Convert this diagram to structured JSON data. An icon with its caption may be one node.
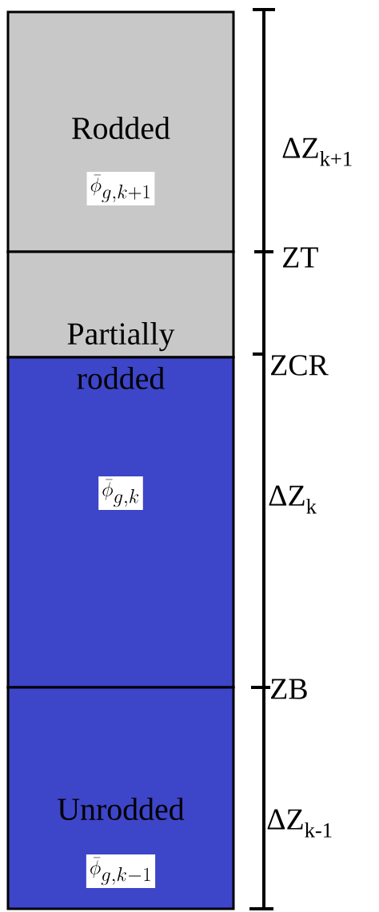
{
  "diagram": {
    "nodes": [
      {
        "text": [
          "Rodded",
          "\\bar{\\phi}_{g,k+1}"
        ]
      },
      {
        "text": [
          "Partially rodded"
        ]
      },
      {
        "text": [
          "\\bar{\\phi}_{g,k}"
        ]
      },
      {
        "text": [
          "Unrodded",
          "\\bar{\\phi}_{g,k-1}"
        ]
      }
    ],
    "labels": [
      "ΔZ$_{k+1}$",
      "ZT",
      "ZCR",
      "ΔZ$_{k}$",
      "ZB",
      "ΔZ$_{k-1}$"
    ]
  }
}
